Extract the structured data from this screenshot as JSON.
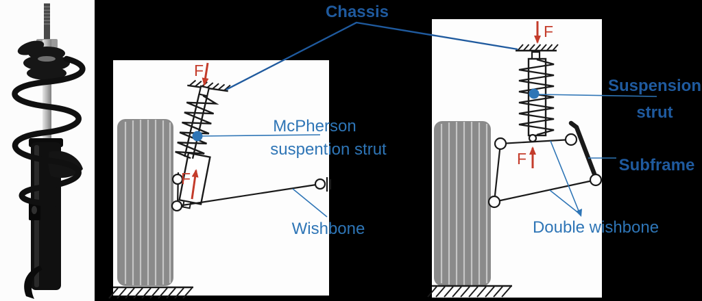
{
  "labels": {
    "chassis": "Chassis",
    "mcpherson": {
      "line1": "McPherson",
      "line2": "suspention strut"
    },
    "wishbone": "Wishbone",
    "suspension_strut": {
      "line1": "Suspension",
      "line2": "strut"
    },
    "subframe": "Subframe",
    "double_wishbone": "Double wishbone",
    "force": "F"
  },
  "colors": {
    "label_blue_bold": "#1F5A9E",
    "label_blue_regular": "#2E75B6",
    "force_red": "#C43C2B",
    "diagram_line_black": "#1A1A1A",
    "tire_gray": "#8A8A8A",
    "tire_stripe_gray": "#C6C6C6",
    "joint_dot_blue": "#2E75B6",
    "panel_white": "#FDFDFD",
    "background": "#000000"
  }
}
